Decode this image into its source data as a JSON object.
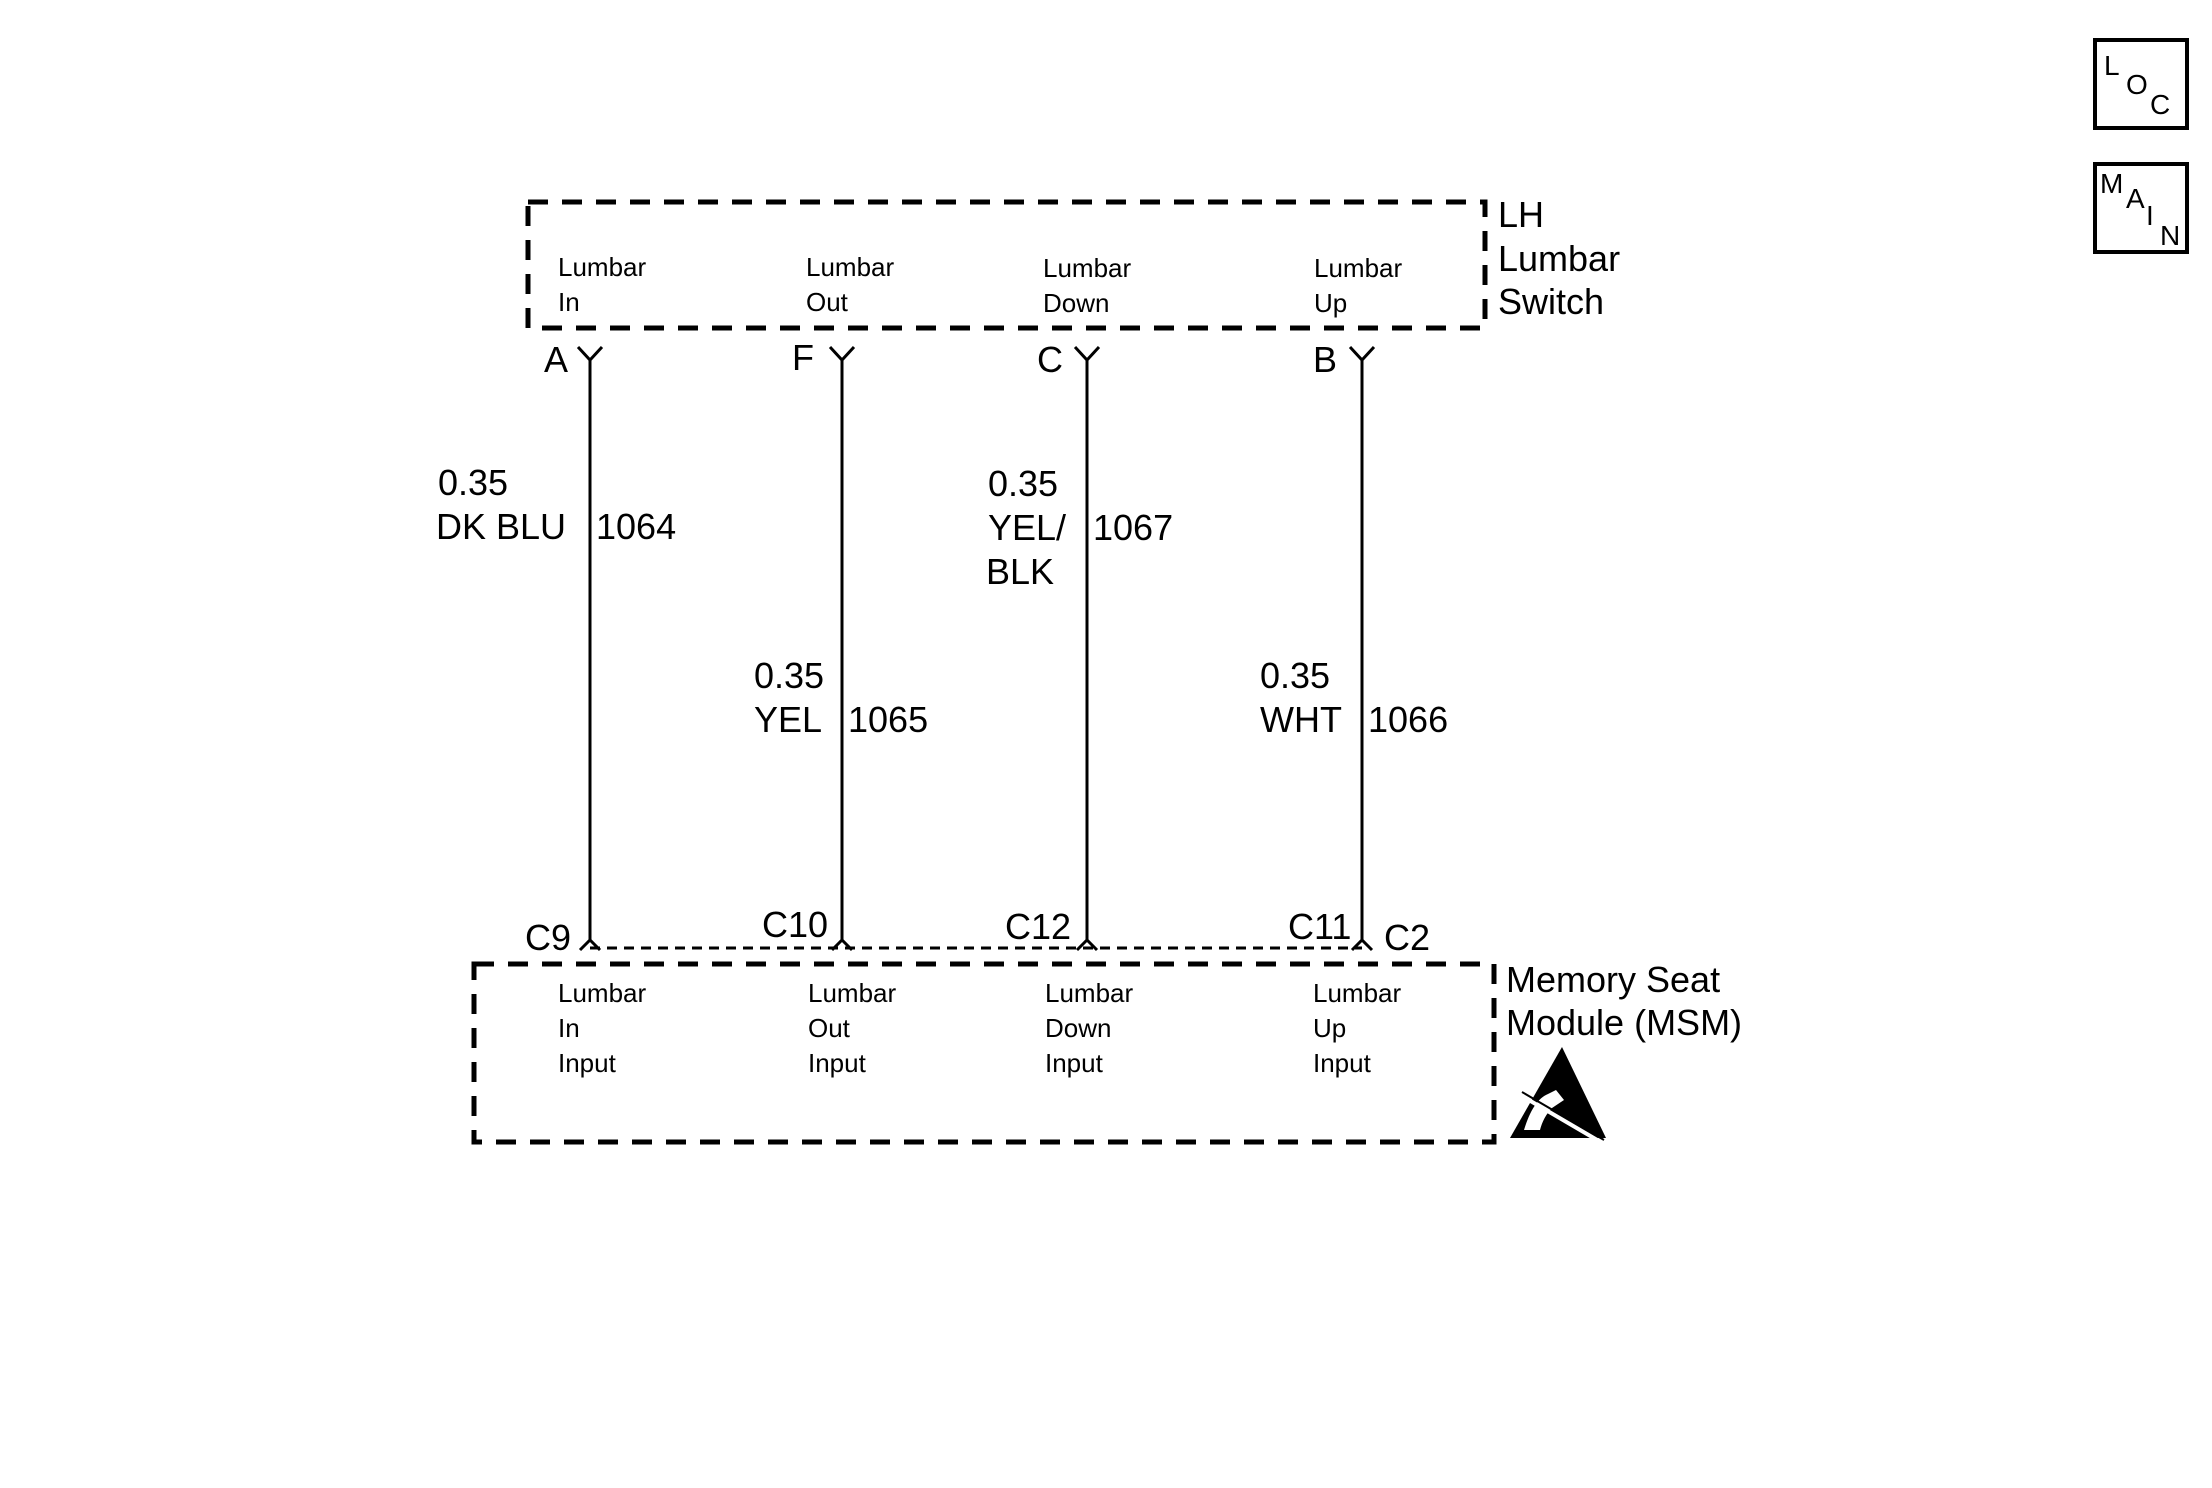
{
  "nav": {
    "loc": [
      "L",
      "O",
      "C"
    ],
    "main": [
      "M",
      "A",
      "I",
      "N"
    ]
  },
  "switch_component": {
    "name_lines": [
      "LH",
      "Lumbar",
      "Switch"
    ],
    "functions": [
      [
        "Lumbar",
        "In"
      ],
      [
        "Lumbar",
        "Out"
      ],
      [
        "Lumbar",
        "Down"
      ],
      [
        "Lumbar",
        "Up"
      ]
    ]
  },
  "module_component": {
    "name_lines": [
      "Memory Seat",
      "Module (MSM)"
    ],
    "functions": [
      [
        "Lumbar",
        "In",
        "Input"
      ],
      [
        "Lumbar",
        "Out",
        "Input"
      ],
      [
        "Lumbar",
        "Down",
        "Input"
      ],
      [
        "Lumbar",
        "Up",
        "Input"
      ]
    ],
    "extra_pin": "C2",
    "esd_icon": "esd-sensitive-icon"
  },
  "wires": [
    {
      "top_pin": "A",
      "bottom_pin": "C9",
      "gauge": "0.35",
      "color_lines": [
        "DK BLU"
      ],
      "circuit": "1064"
    },
    {
      "top_pin": "F",
      "bottom_pin": "C10",
      "gauge": "0.35",
      "color_lines": [
        "YEL"
      ],
      "circuit": "1065"
    },
    {
      "top_pin": "C",
      "bottom_pin": "C12",
      "gauge": "0.35",
      "color_lines": [
        "YEL/",
        "BLK"
      ],
      "circuit": "1067"
    },
    {
      "top_pin": "B",
      "bottom_pin": "C11",
      "gauge": "0.35",
      "color_lines": [
        "WHT"
      ],
      "circuit": "1066"
    }
  ]
}
